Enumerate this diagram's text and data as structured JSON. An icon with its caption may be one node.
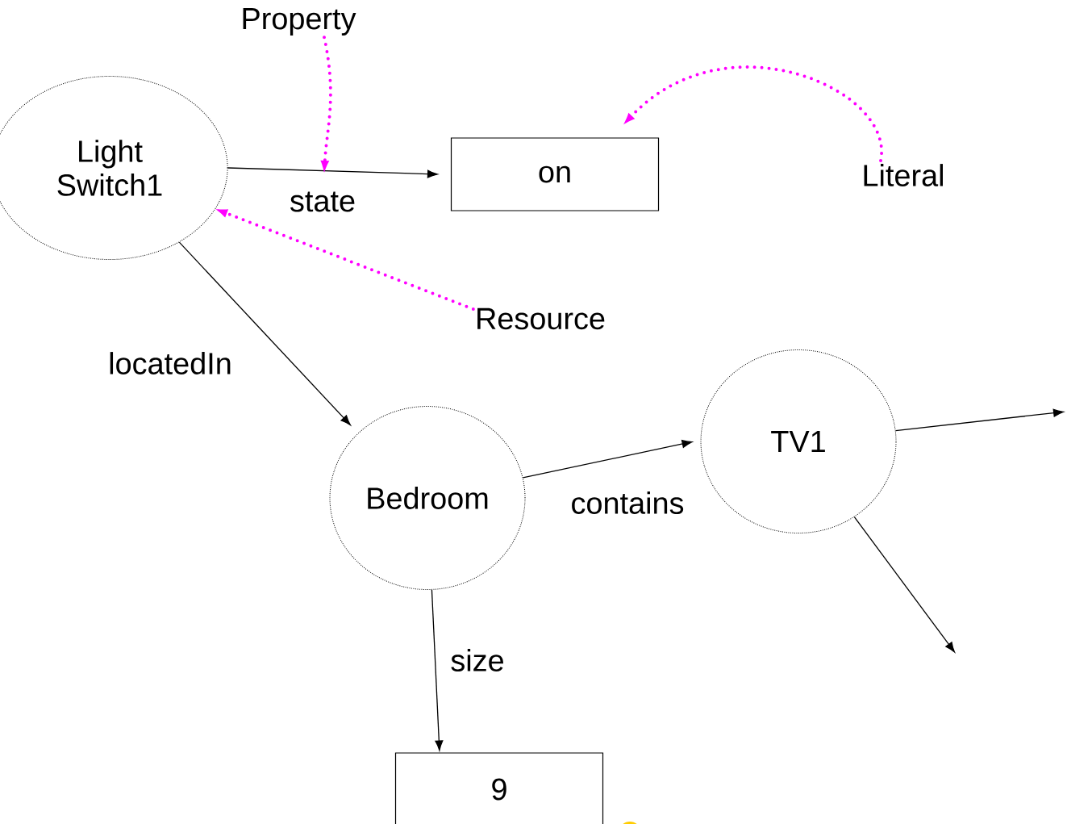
{
  "diagram": {
    "nodes": [
      {
        "text": [
          "Light Switch1"
        ]
      },
      {
        "text": [
          "on"
        ]
      },
      {
        "text": [
          "Property"
        ]
      },
      {
        "text": [
          "Literal"
        ]
      },
      {
        "text": [
          "Resource"
        ]
      },
      {
        "text": [
          "Bedroom"
        ]
      },
      {
        "text": [
          "TV1"
        ]
      },
      {
        "text": [
          "9"
        ]
      }
    ],
    "edges": [
      {
        "from": 0,
        "to": 1,
        "arrow": "to",
        "label": "state"
      },
      {
        "from": 2,
        "to": null,
        "arrow": "to",
        "style": "dashed",
        "color": "#ff00ff"
      },
      {
        "from": 3,
        "to": 1,
        "arrow": "to",
        "style": "dashed",
        "color": "#ff00ff"
      },
      {
        "from": 4,
        "to": 0,
        "arrow": "to",
        "style": "dashed",
        "color": "#ff00ff"
      },
      {
        "from": 0,
        "to": 5,
        "arrow": "to",
        "label": "locatedIn"
      },
      {
        "from": 5,
        "to": 6,
        "arrow": "to",
        "label": "contains"
      },
      {
        "from": 6,
        "to": null,
        "arrow": "to"
      },
      {
        "from": 6,
        "to": null,
        "arrow": "to"
      },
      {
        "from": 5,
        "to": 7,
        "arrow": "to",
        "label": "size"
      }
    ]
  }
}
